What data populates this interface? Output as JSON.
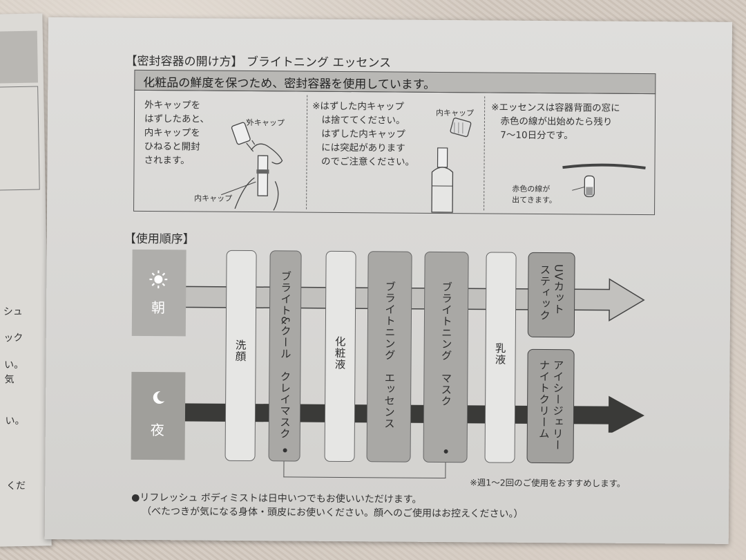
{
  "open_section": {
    "title": "【密封容器の開け方】 ブライトニング エッセンス",
    "band_text": "化粧品の鮮度を保つため、密封容器を使用しています。",
    "panel1": {
      "text": "外キャップを\nはずしたあと、\n内キャップを\nひねると開封\nされます。",
      "label_outer": "外キャップ",
      "label_inner": "内キャップ"
    },
    "panel2": {
      "text": "※はずした内キャップ\n　は捨ててください。\n　はずした内キャップ\n　には突起があります\n　のでご注意ください。",
      "label_inner": "内キャップ"
    },
    "panel3": {
      "text": "※エッセンスは容器背面の窓に\n　赤色の線が出始めたら残り\n　7〜10日分です。",
      "label_line": "赤色の線が\n出てきます。"
    }
  },
  "usage": {
    "title": "【使用順序】",
    "morning_label": "朝",
    "night_label": "夜",
    "steps": [
      {
        "label": "洗顔"
      },
      {
        "label": "ブライト&クール　クレイマスク"
      },
      {
        "label": "化粧液"
      },
      {
        "label": "ブライトニング　エッセンス"
      },
      {
        "label": "ブライトニング　マスク"
      },
      {
        "label": "乳液"
      }
    ],
    "morning_final": "UVカット\nスティック",
    "night_final": "アイシージェリー\nナイトクリーム",
    "weekly_note": "※週1〜2回のご使用をおすすめします。"
  },
  "footnote": {
    "line1": "●リフレッシュ ボディミストは日中いつでもお使いいただけます。",
    "line2": "（べたつきが気になる身体・頭皮にお使いください。顔へのご使用はお控えください。）"
  },
  "left_page": {
    "lines": [
      "シュ",
      "ック",
      "い。",
      "気",
      "い。",
      "くだ"
    ]
  }
}
